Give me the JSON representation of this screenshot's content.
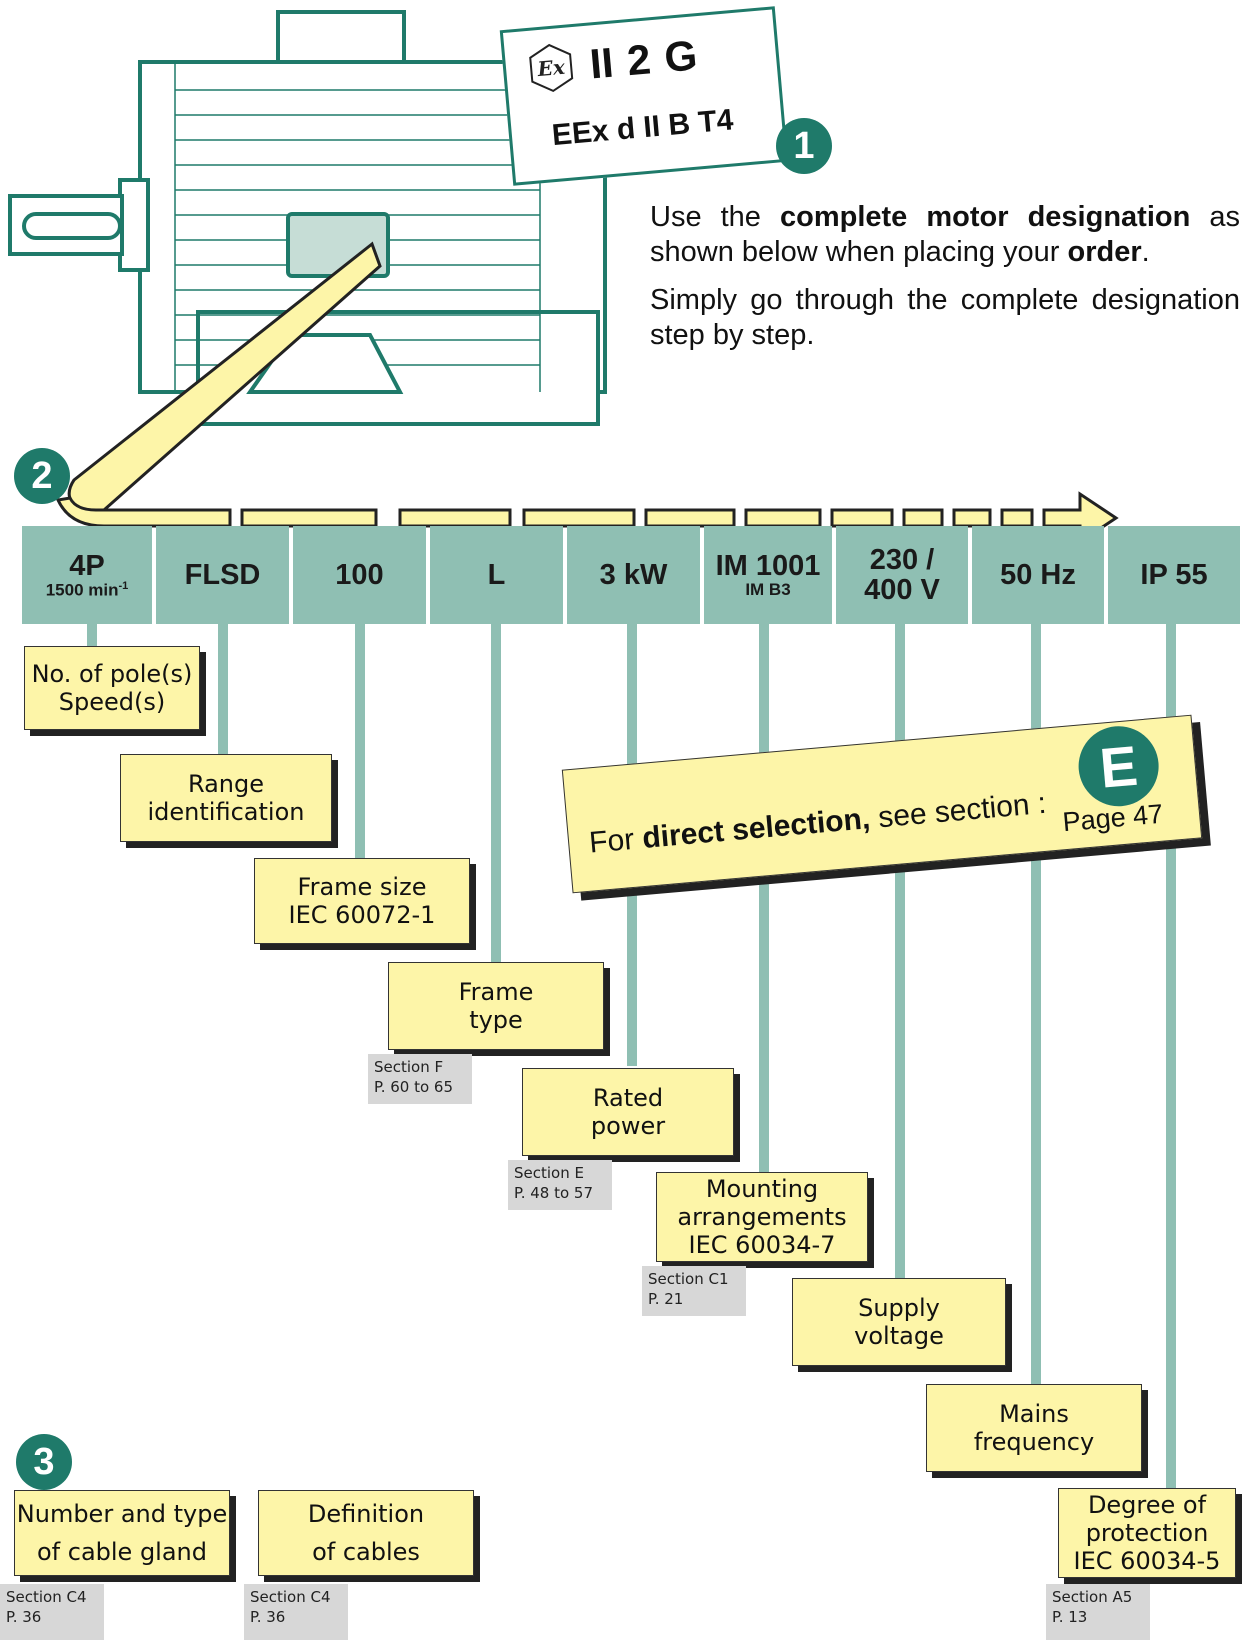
{
  "marking_label": {
    "line1_symbol": "Ex",
    "line1_group": "II",
    "line1_category": "2",
    "line1_atmosphere": "G",
    "line2": "EEx d II B T4"
  },
  "badges": {
    "b1": "1",
    "b2": "2",
    "b3": "3"
  },
  "intro": {
    "p1_a": "Use the ",
    "p1_b": "complete motor designation",
    "p1_c": " as shown below when placing your ",
    "p1_d": "order",
    "p1_e": ".",
    "p2": "Simply go through the complete designation step by step."
  },
  "designation": [
    {
      "main": "4P",
      "sub": "1500 min",
      "sup": "-1"
    },
    {
      "main": "FLSD"
    },
    {
      "main": "100"
    },
    {
      "main": "L"
    },
    {
      "main": "3 kW"
    },
    {
      "main": "IM 1001",
      "sub": "IM B3"
    },
    {
      "main": "230 /\n400 V"
    },
    {
      "main": "50 Hz"
    },
    {
      "main": "IP 55"
    }
  ],
  "boxes": {
    "poles": "No. of pole(s)\nSpeed(s)",
    "range": "Range\nidentification",
    "frame_size": "Frame size\nIEC 60072-1",
    "frame_type": "Frame\ntype",
    "rated_power": "Rated\npower",
    "mounting": "Mounting\narrangements\nIEC 60034-7",
    "supply": "Supply\nvoltage",
    "mains": "Mains\nfrequency",
    "protection": "Degree of\nprotection\nIEC 60034-5",
    "cable_gland": "Number and type\nof cable gland",
    "cables": "Definition\nof cables"
  },
  "refs": {
    "frame_type": "Section F\nP. 60 to 65",
    "rated_power": "Section E\nP. 48 to 57",
    "mounting": "Section C1\nP. 21",
    "protection": "Section A5\nP. 13",
    "cable_gland": "Section C4\nP. 36",
    "cables": "Section C4\nP. 36"
  },
  "direct_selection": {
    "prefix": "For ",
    "bold": "direct selection,",
    "suffix": " see section :",
    "section": "E",
    "page": "Page 47"
  },
  "colors": {
    "teal_dark": "#1f7a6a",
    "teal_light": "#8fbfb3",
    "yellow": "#fdf5a8",
    "grey": "#d7d7d7"
  }
}
